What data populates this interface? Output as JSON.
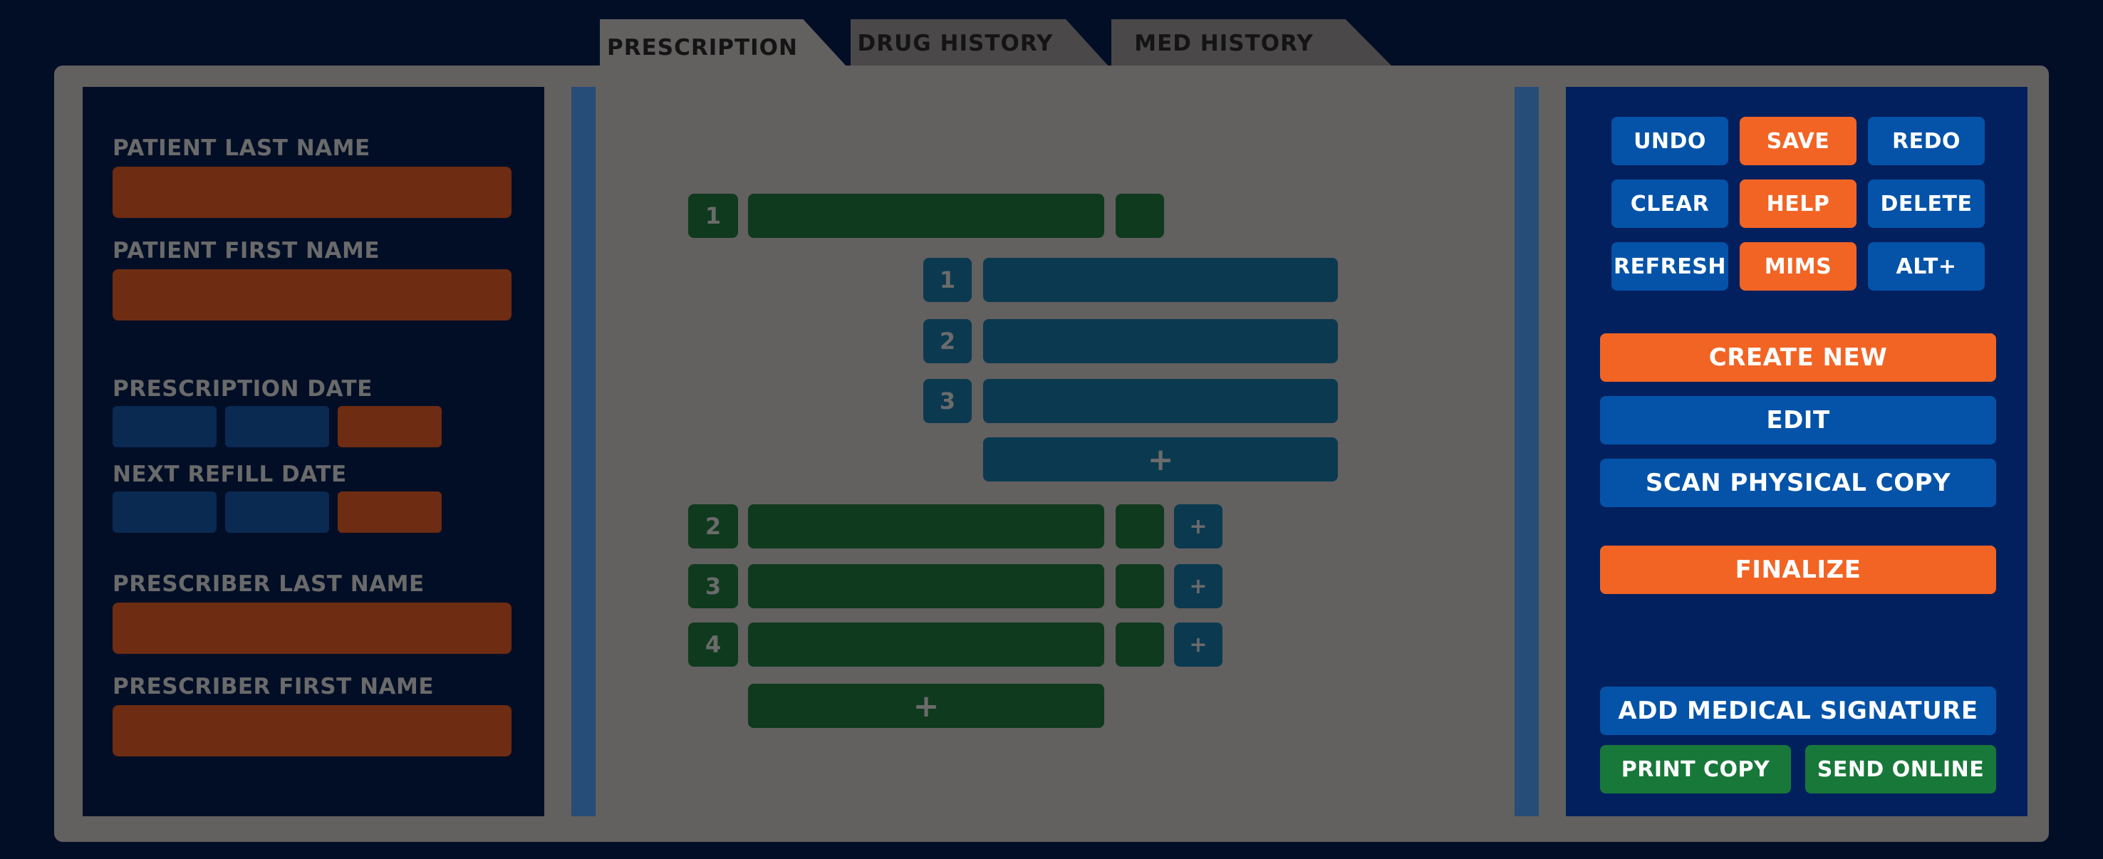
{
  "tabs": {
    "prescription": "PRESCRIPTION",
    "drug_history": "DRUG HISTORY",
    "med_history": "MED HISTORY"
  },
  "left_panel": {
    "patient_last_name": "PATIENT LAST NAME",
    "patient_first_name": "PATIENT FIRST NAME",
    "prescription_date": "PRESCRIPTION DATE",
    "next_refill_date": "NEXT REFILL DATE",
    "prescriber_last_name": "PRESCRIBER LAST NAME",
    "prescriber_first_name": "PRESCRIBER FIRST NAME"
  },
  "center": {
    "items": [
      "1",
      "2",
      "3",
      "4"
    ],
    "sub_items": [
      "1",
      "2",
      "3"
    ],
    "add": "+"
  },
  "actions": {
    "undo": "UNDO",
    "save": "SAVE",
    "redo": "REDO",
    "clear": "CLEAR",
    "help": "HELP",
    "delete": "DELETE",
    "refresh": "REFRESH",
    "mims": "MIMS",
    "alt": "ALT+",
    "create_new": "CREATE NEW",
    "edit": "EDIT",
    "scan": "SCAN PHYSICAL COPY",
    "finalize": "FINALIZE",
    "add_signature": "ADD MEDICAL SIGNATURE",
    "print_copy": "PRINT COPY",
    "send_online": "SEND ONLINE"
  },
  "colors": {
    "background": "#020e26",
    "frame": "#636060",
    "field_orange": "#6e2c12",
    "button_blue": "#0453a8",
    "button_orange": "#f26424",
    "button_green": "#18783a"
  }
}
